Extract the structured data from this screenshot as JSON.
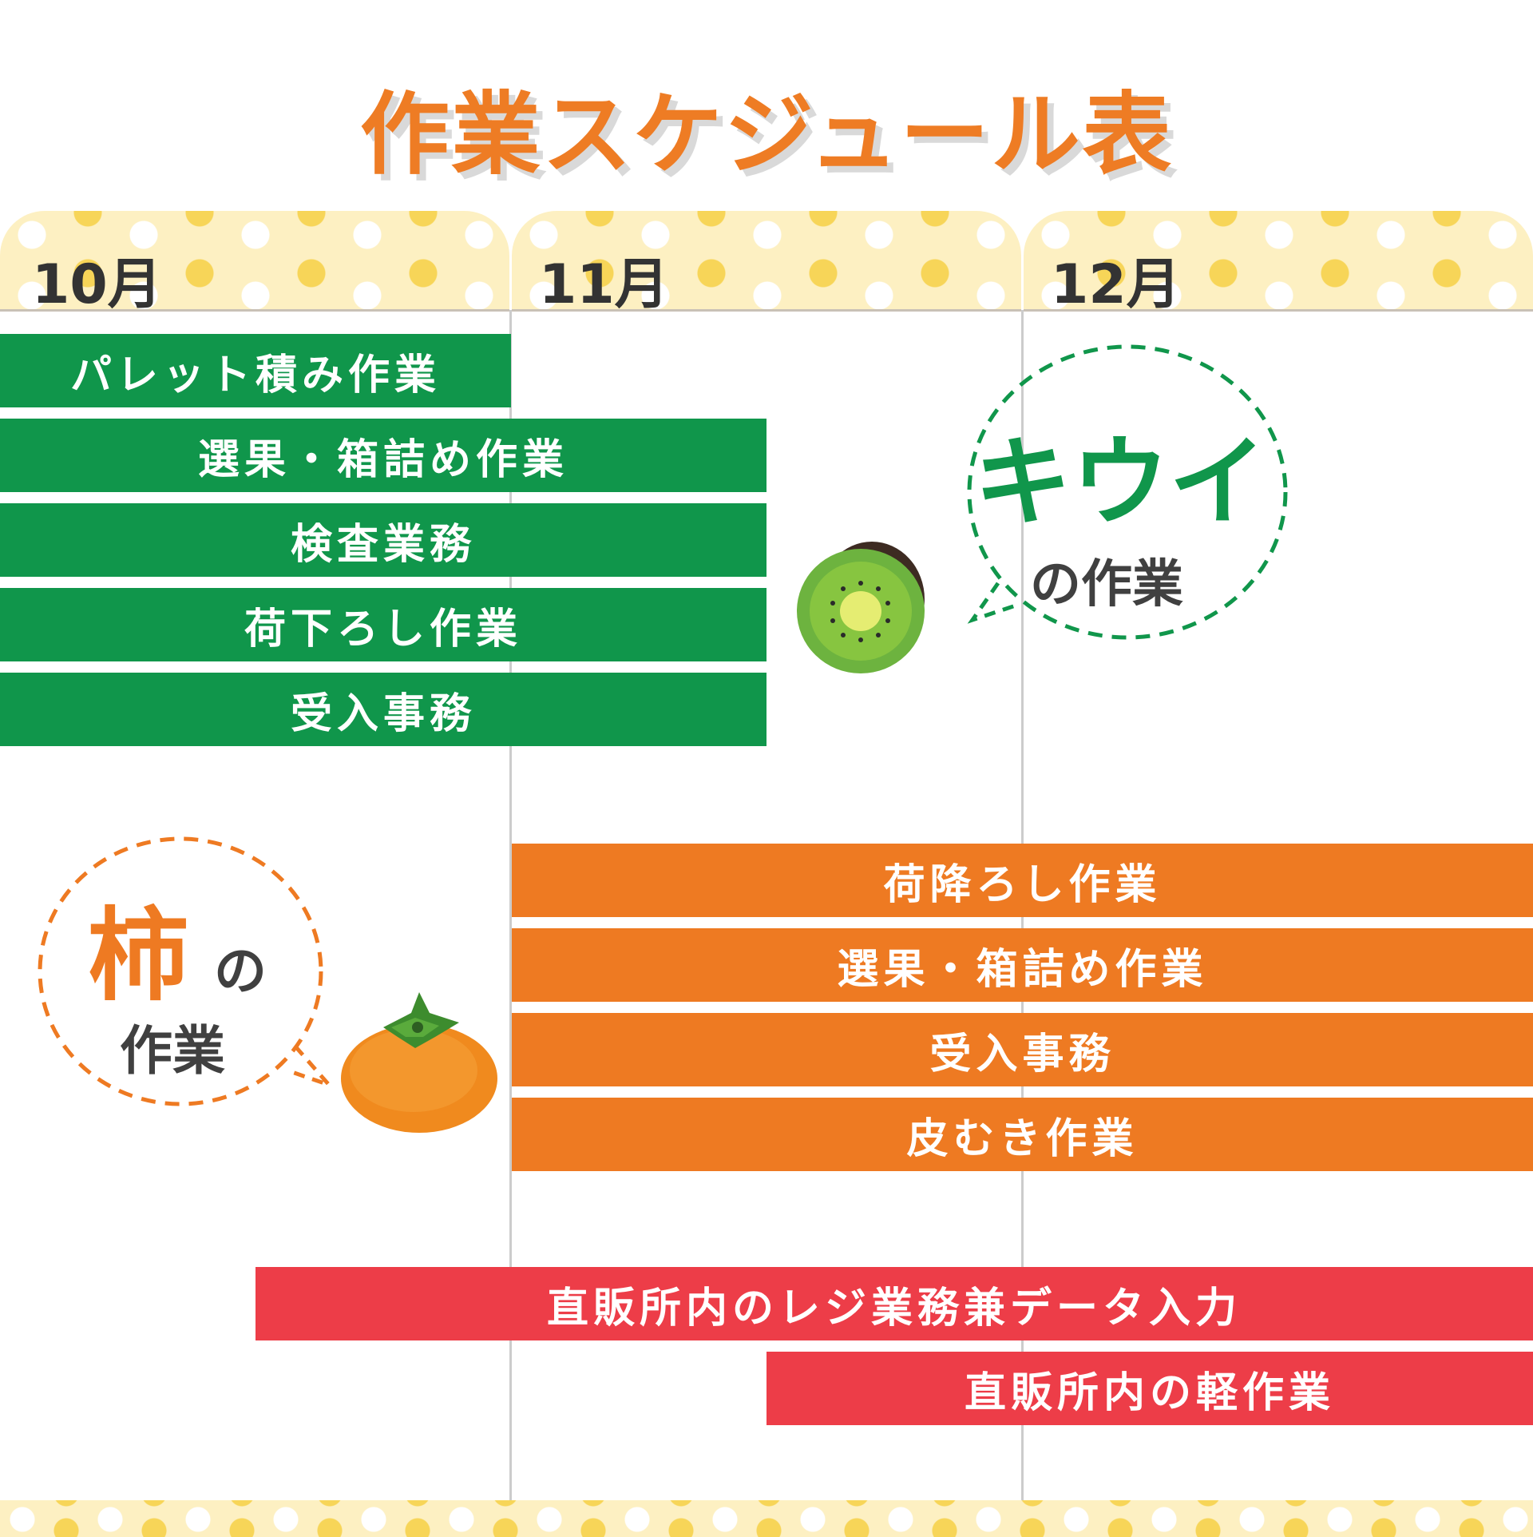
{
  "title": "作業スケジュール表",
  "months": [
    "10月",
    "11月",
    "12月"
  ],
  "kiwi": {
    "name": "キウイ",
    "suffix": "の作業",
    "tasks": [
      "パレット積み作業",
      "選果・箱詰め作業",
      "検査業務",
      "荷下ろし作業",
      "受入事務"
    ]
  },
  "persimmon": {
    "name": "柿",
    "suffix_no": "の",
    "suffix_work": "作業",
    "tasks": [
      "荷降ろし作業",
      "選果・箱詰め作業",
      "受入事務",
      "皮むき作業"
    ]
  },
  "direct_sales": {
    "tasks": [
      "直販所内のレジ業務兼データ入力",
      "直販所内の軽作業"
    ]
  },
  "colors": {
    "title": "#ee7c24",
    "kiwi": "#10964b",
    "persimmon": "#ee7a22",
    "direct_sales": "#ed3d48"
  }
}
